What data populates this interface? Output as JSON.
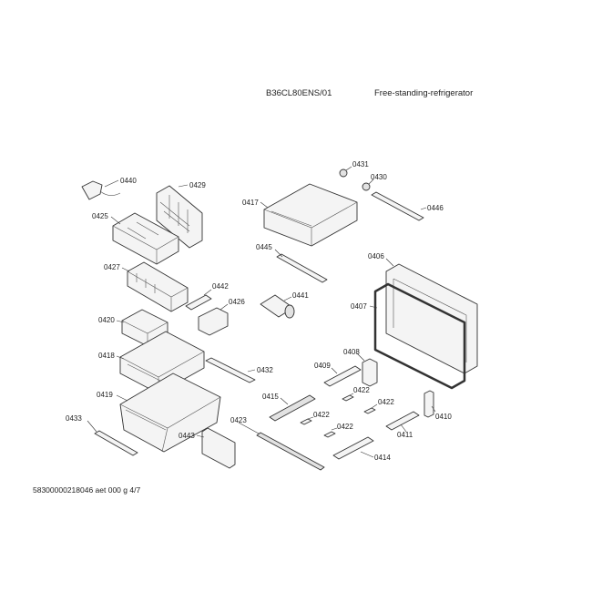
{
  "header": {
    "model": "B36CL80ENS/01",
    "description": "Free-standing-refrigerator"
  },
  "footer": {
    "code": "58300000218046 aet 000 g 4/7"
  },
  "parts": [
    {
      "id": "p0440",
      "label": "0440"
    },
    {
      "id": "p0429",
      "label": "0429"
    },
    {
      "id": "p0425",
      "label": "0425"
    },
    {
      "id": "p0427",
      "label": "0427"
    },
    {
      "id": "p0442",
      "label": "0442"
    },
    {
      "id": "p0426",
      "label": "0426"
    },
    {
      "id": "p0420",
      "label": "0420"
    },
    {
      "id": "p0418",
      "label": "0418"
    },
    {
      "id": "p0432",
      "label": "0432"
    },
    {
      "id": "p0419",
      "label": "0419"
    },
    {
      "id": "p0433",
      "label": "0433"
    },
    {
      "id": "p0443",
      "label": "0443"
    },
    {
      "id": "p0423",
      "label": "0423"
    },
    {
      "id": "p0417",
      "label": "0417"
    },
    {
      "id": "p0431",
      "label": "0431"
    },
    {
      "id": "p0430",
      "label": "0430"
    },
    {
      "id": "p0446",
      "label": "0446"
    },
    {
      "id": "p0445",
      "label": "0445"
    },
    {
      "id": "p0441",
      "label": "0441"
    },
    {
      "id": "p0406",
      "label": "0406"
    },
    {
      "id": "p0407",
      "label": "0407"
    },
    {
      "id": "p0408",
      "label": "0408"
    },
    {
      "id": "p0409",
      "label": "0409"
    },
    {
      "id": "p0415",
      "label": "0415"
    },
    {
      "id": "p0422a",
      "label": "0422"
    },
    {
      "id": "p0422b",
      "label": "0422"
    },
    {
      "id": "p0422c",
      "label": "0422"
    },
    {
      "id": "p0422d",
      "label": "0422"
    },
    {
      "id": "p0410",
      "label": "0410"
    },
    {
      "id": "p0411",
      "label": "0411"
    },
    {
      "id": "p0414",
      "label": "0414"
    }
  ]
}
